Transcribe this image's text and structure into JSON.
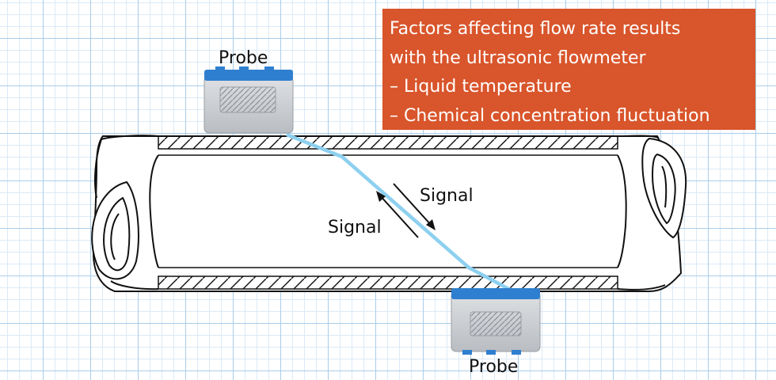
{
  "info_box": {
    "title_line1": "Factors affecting flow rate results",
    "title_line2": "with the ultrasonic flowmeter",
    "factor1": "– Liquid temperature",
    "factor2": "– Chemical concentration fluctuation"
  },
  "probes": {
    "top_label": "Probe",
    "bottom_label": "Probe"
  },
  "signals": {
    "downstream_label": "Signal",
    "upstream_label": "Signal"
  },
  "colors": {
    "info_box_bg": "#d9552b",
    "probe_blue": "#2f7fd0",
    "probe_body": "#cfd2d6",
    "signal_path": "#8dd0f0"
  }
}
